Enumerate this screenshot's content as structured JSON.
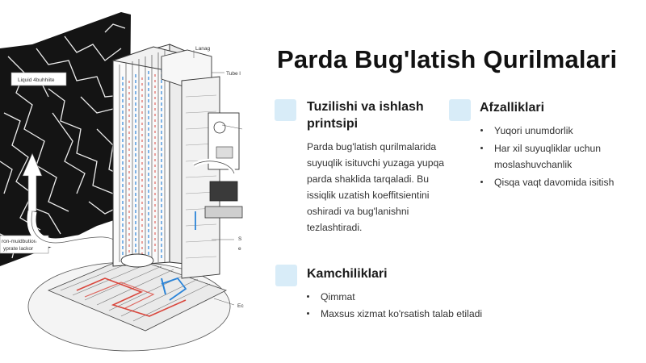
{
  "title": "Parda Bug'latish Qurilmalari",
  "illustration": {
    "callouts": {
      "lanag": "Lanag",
      "tube": "Tube l",
      "liquid": "Liquid 4buhhiite",
      "iron1": "ron-muidbution",
      "iron2": "yprate lackor",
      "s": "S",
      "e": "e",
      "ec": "Ec"
    }
  },
  "structure": {
    "title": "Tuzilishi va ishlash printsipi",
    "body": "Parda bug'latish qurilmalarida suyuqlik isituvchi yuzaga yupqa parda shaklida tarqaladi. Bu issiqlik uzatish koeffitsientini oshiradi va bug'lanishni tezlashtiradi."
  },
  "advantages": {
    "title": "Afzalliklari",
    "items": [
      "Yuqori unumdorlik",
      "Har xil suyuqliklar uchun moslashuvchanlik",
      "Qisqa vaqt davomida isitish"
    ]
  },
  "disadvantages": {
    "title": "Kamchiliklari",
    "items": [
      "Qimmat",
      "Maxsus xizmat ko'rsatish talab etiladi"
    ]
  },
  "colors": {
    "icon_bg": "#d8ecf8",
    "accent_blue": "#2b84d8",
    "accent_red": "#d9473d"
  }
}
